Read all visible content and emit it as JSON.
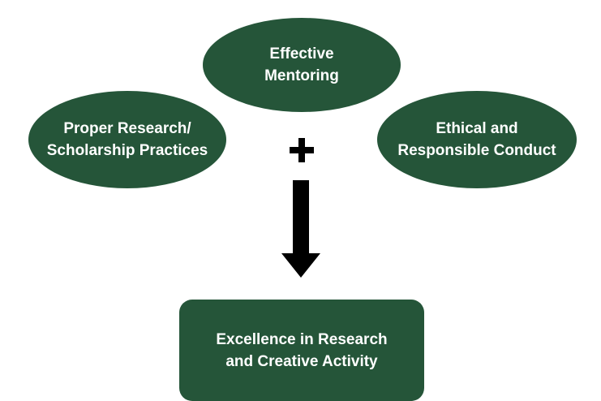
{
  "diagram": {
    "inputs": {
      "mentoring": "Effective\nMentoring",
      "research": "Proper Research/\nScholarship Practices",
      "ethics": "Ethical and\nResponsible Conduct"
    },
    "operator": "+",
    "outcome": "Excellence in Research\nand Creative Activity"
  },
  "colors": {
    "node_fill": "#255539",
    "node_text": "#ffffff",
    "connector": "#000000"
  },
  "icons": {
    "plus": "plus-icon",
    "arrow": "down-arrow-icon"
  }
}
